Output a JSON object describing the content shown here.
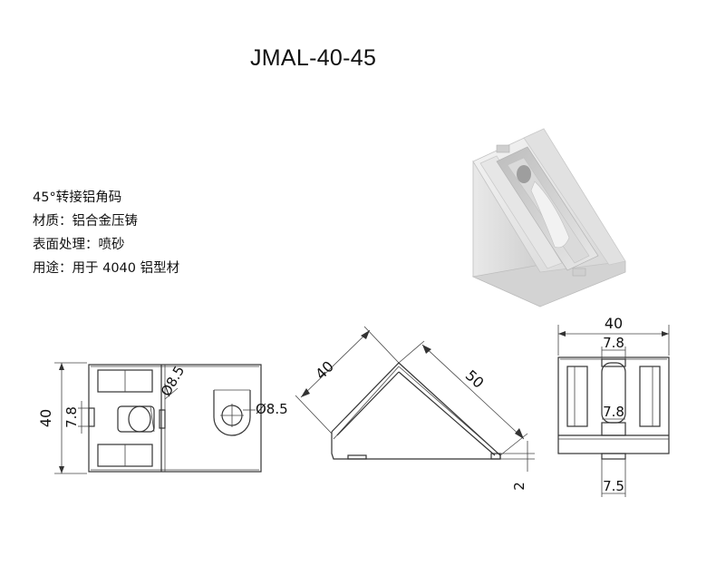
{
  "title": "JMAL-40-45",
  "spec": {
    "name": "45°转接铝角码",
    "material": "材质：铝合金压铸",
    "surface": "表面处理：喷砂",
    "usage": "用途：用于 4040 铝型材"
  },
  "front_view": {
    "height_label": "40",
    "slot_label": "7.8",
    "hole_left_label": "Ø8.5",
    "hole_right_label": "Ø8.5"
  },
  "side_view": {
    "leg_label": "40",
    "hyp_label": "50",
    "foot_label": "2"
  },
  "end_view": {
    "width_label": "40",
    "slot_top_label": "7.8",
    "slot_mid_label": "7.8",
    "slot_bottom_label": "7.5"
  }
}
